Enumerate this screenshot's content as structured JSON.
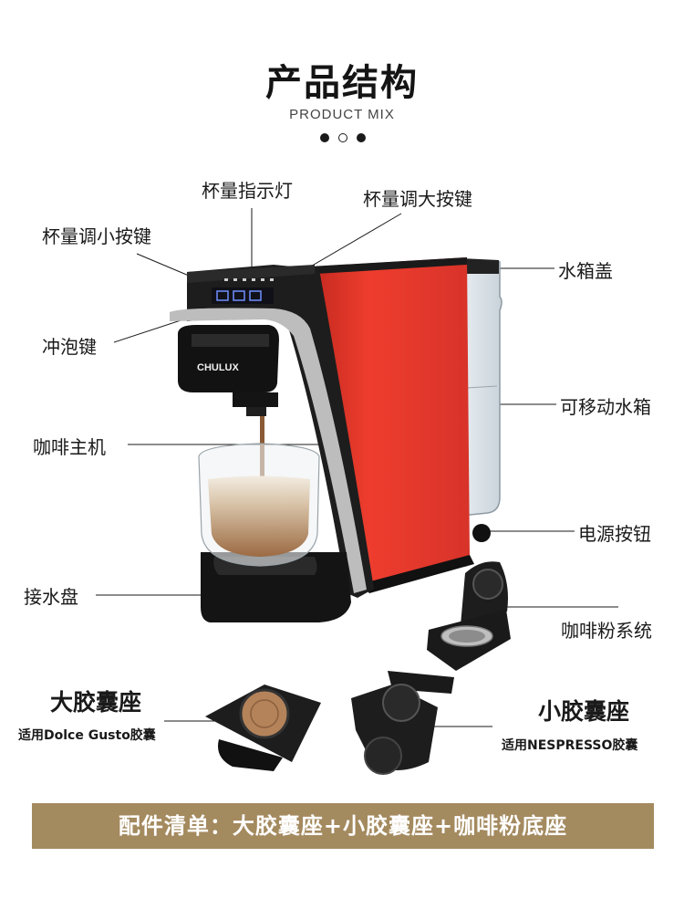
{
  "title": "产品结构",
  "subtitle": "PRODUCT MIX",
  "machine": {
    "brand": "CHULUX",
    "colors": {
      "body": "#e8372a",
      "frame": "#1c1c1c",
      "trim": "#c8c8c8",
      "coffee": "#b08560"
    }
  },
  "labels": {
    "cup_indicator": "杯量指示灯",
    "cup_increase": "杯量调大按键",
    "cup_decrease": "杯量调小按键",
    "tank_lid": "水箱盖",
    "brew_key": "冲泡键",
    "removable_tank": "可移动水箱",
    "main_unit": "咖啡主机",
    "power_button": "电源按钮",
    "drip_tray": "接水盘",
    "ground_system": "咖啡粉系统"
  },
  "accessories": {
    "large_holder": {
      "name": "大胶囊座",
      "note": "适用Dolce Gusto胶囊"
    },
    "small_holder": {
      "name": "小胶囊座",
      "note": "适用NESPRESSO胶囊"
    }
  },
  "banner": "配件清单：大胶囊座+小胶囊座+咖啡粉底座"
}
